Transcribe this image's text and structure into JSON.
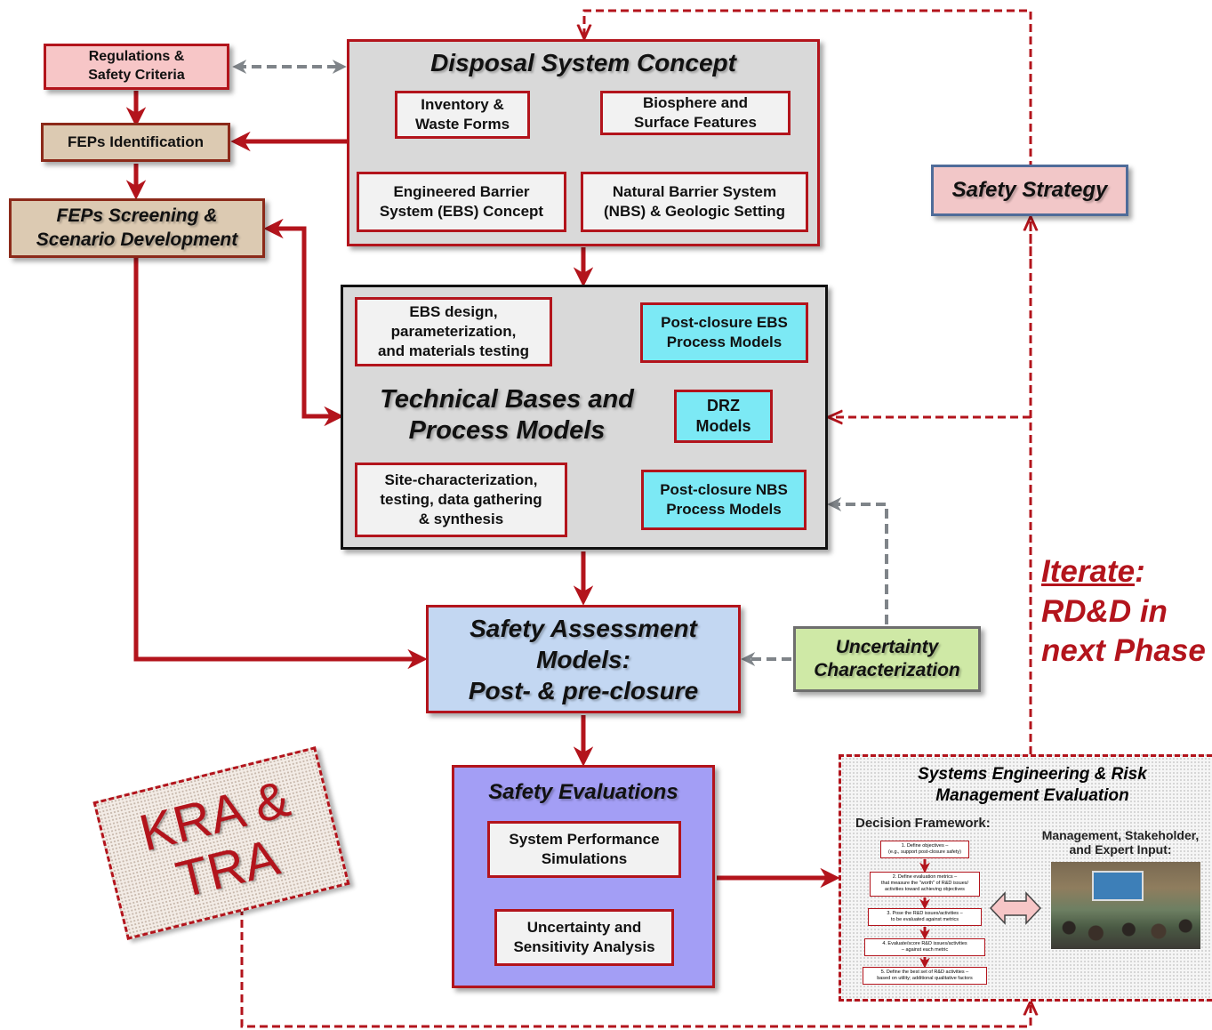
{
  "regulations": "Regulations &\nSafety Criteria",
  "feps_identification": "FEPs Identification",
  "feps_screening": "FEPs Screening &\nScenario Development",
  "disposal": {
    "title": "Disposal System Concept",
    "inventory": "Inventory &\nWaste Forms",
    "biosphere": "Biosphere and\nSurface Features",
    "ebs_concept": "Engineered Barrier\nSystem (EBS) Concept",
    "nbs": "Natural Barrier System\n(NBS) & Geologic Setting"
  },
  "safety_strategy": "Safety Strategy",
  "technical": {
    "title": "Technical Bases and\nProcess Models",
    "ebs_design": "EBS design,\nparameterization,\nand materials testing",
    "post_ebs": "Post-closure EBS\nProcess Models",
    "drz": "DRZ\nModels",
    "site_char": "Site-characterization,\ntesting, data gathering\n& synthesis",
    "post_nbs": "Post-closure NBS\nProcess Models"
  },
  "iterate": {
    "word": "Iterate",
    "colon": ":",
    "rest": "RD&D in\nnext Phase"
  },
  "safety_assessment": "Safety Assessment\nModels:\nPost- & pre-closure",
  "uncertainty_char": "Uncertainty\nCharacterization",
  "safety_evaluations": {
    "title": "Safety Evaluations",
    "sps": "System Performance\nSimulations",
    "usa": "Uncertainty and\nSensitivity Analysis"
  },
  "kra": "KRA &\nTRA",
  "systems": {
    "title": "Systems Engineering & Risk\nManagement Evaluation",
    "decision": "Decision Framework:",
    "management": "Management, Stakeholder,\nand Expert Input:",
    "steps": [
      "1. Define objectives –\n(e.g., support post-closure safety)",
      "2. Define evaluation metrics –\nthat measure the \"worth\" of R&D issues/\nactivities toward achieving objectives",
      "3. Pose the R&D issues/activities –\nto be evaluated against metrics",
      "4. Evaluate/score R&D issues/activities\n– against each metric",
      "5. Define the best set of R&D activities –\nbased on utility; additional qualitative factors"
    ]
  },
  "colors": {
    "red": "#b3141c",
    "pink": "#f7c6c7",
    "tan": "#dccab2",
    "gray": "#d9d9d9",
    "cyan": "#7ce9f5",
    "lightblue": "#c3d7f2",
    "purple": "#a39ef5",
    "green": "#cfe9a6",
    "arrowgray": "#7f8489"
  }
}
